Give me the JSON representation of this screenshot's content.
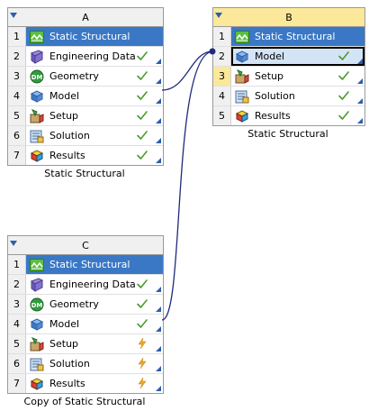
{
  "systems": [
    {
      "letter": "A",
      "caption": "Static Structural",
      "rows": [
        {
          "num": "1",
          "label": "Static Structural",
          "icon": "static-structural-icon",
          "status": "none"
        },
        {
          "num": "2",
          "label": "Engineering Data",
          "icon": "engineering-data-icon",
          "status": "check"
        },
        {
          "num": "3",
          "label": "Geometry",
          "icon": "geometry-icon",
          "status": "check"
        },
        {
          "num": "4",
          "label": "Model",
          "icon": "model-icon",
          "status": "check"
        },
        {
          "num": "5",
          "label": "Setup",
          "icon": "setup-icon",
          "status": "check"
        },
        {
          "num": "6",
          "label": "Solution",
          "icon": "solution-icon",
          "status": "check"
        },
        {
          "num": "7",
          "label": "Results",
          "icon": "results-icon",
          "status": "check"
        }
      ]
    },
    {
      "letter": "B",
      "caption": "Static Structural",
      "rows": [
        {
          "num": "1",
          "label": "Static Structural",
          "icon": "static-structural-icon",
          "status": "none"
        },
        {
          "num": "2",
          "label": "Model",
          "icon": "model-icon",
          "status": "check"
        },
        {
          "num": "3",
          "label": "Setup",
          "icon": "setup-icon",
          "status": "check"
        },
        {
          "num": "4",
          "label": "Solution",
          "icon": "solution-icon",
          "status": "check"
        },
        {
          "num": "5",
          "label": "Results",
          "icon": "results-icon",
          "status": "check"
        }
      ]
    },
    {
      "letter": "C",
      "caption": "Copy of Static Structural",
      "rows": [
        {
          "num": "1",
          "label": "Static Structural",
          "icon": "static-structural-icon",
          "status": "none"
        },
        {
          "num": "2",
          "label": "Engineering Data",
          "icon": "engineering-data-icon",
          "status": "check"
        },
        {
          "num": "3",
          "label": "Geometry",
          "icon": "geometry-icon",
          "status": "check"
        },
        {
          "num": "4",
          "label": "Model",
          "icon": "model-icon",
          "status": "check"
        },
        {
          "num": "5",
          "label": "Setup",
          "icon": "setup-icon",
          "status": "lightning"
        },
        {
          "num": "6",
          "label": "Solution",
          "icon": "solution-icon",
          "status": "lightning"
        },
        {
          "num": "7",
          "label": "Results",
          "icon": "results-icon",
          "status": "lightning"
        }
      ]
    }
  ],
  "colors": {
    "title_bar": "#3a78c6",
    "header_bg": "#f0f0f0",
    "header_active": "#fbe89a",
    "check": "#4b9a2e",
    "lightning": "#f2a81d",
    "link": "#1f2a7a"
  }
}
